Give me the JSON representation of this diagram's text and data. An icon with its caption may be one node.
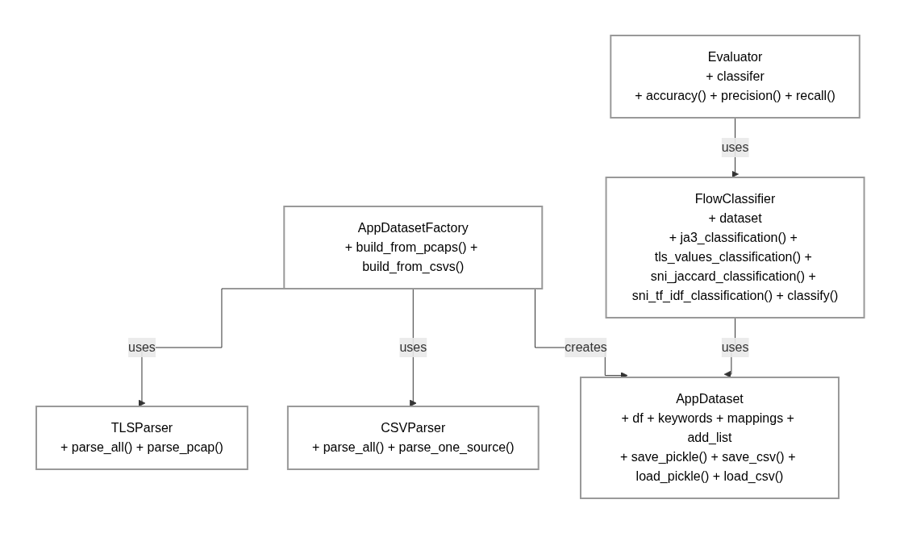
{
  "diagram": {
    "nodes": [
      {
        "text": [
          "TLSParser",
          "+ parse_all() + parse_pcap()"
        ]
      },
      {
        "text": [
          "AppDatasetFactory",
          "+ build_from_pcaps() + build_from_csvs()"
        ]
      },
      {
        "text": [
          "Evaluator",
          "+ classifer",
          "+ accuracy() + precision() + recall()"
        ]
      },
      {
        "text": [
          "CSVParser",
          "+ parse_all() + parse_one_source()"
        ]
      },
      {
        "text": [
          "AppDataset",
          "+ df + keywords + mappings + add_list",
          "+ save_pickle() + save_csv() + load_pickle() + load_csv()"
        ]
      },
      {
        "text": [
          "FlowClassifier",
          "+ dataset",
          "+ ja3_classification() + tls_values_classification() + sni_jaccard_classification() + sni_tf_idf_classification() + classify()"
        ]
      }
    ],
    "edges": [
      {
        "from": 1,
        "to": 0,
        "arrow": "to",
        "label": "uses"
      },
      {
        "from": 1,
        "to": 3,
        "arrow": "to",
        "label": "uses"
      },
      {
        "from": 1,
        "to": 4,
        "arrow": "to",
        "label": "creates"
      },
      {
        "from": 2,
        "to": 5,
        "arrow": "to",
        "label": "uses"
      },
      {
        "from": 5,
        "to": 4,
        "arrow": "to",
        "label": "uses"
      }
    ]
  }
}
